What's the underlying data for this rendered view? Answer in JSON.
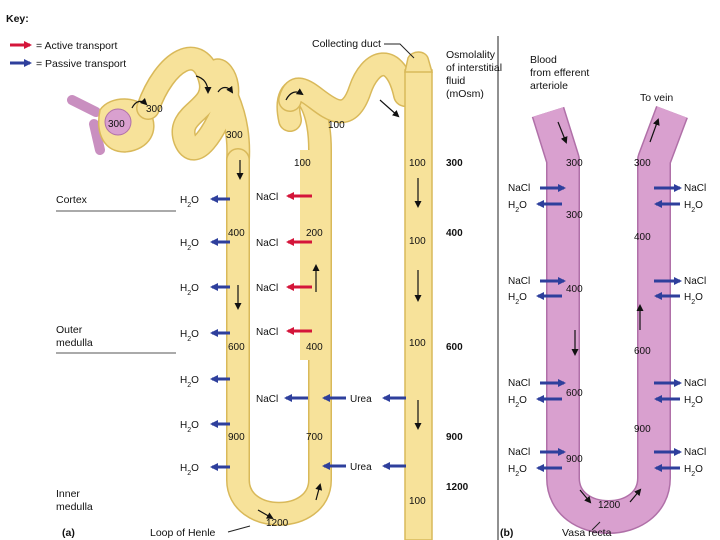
{
  "key": {
    "title": "Key:",
    "active": "= Active transport",
    "passive": "= Passive transport"
  },
  "colors": {
    "tubule": "#f7e29a",
    "tubule_stroke": "#d9b95a",
    "vasa": "#d9a0cf",
    "vasa_stroke": "#b070a8",
    "active": "#d4153a",
    "passive": "#2e3f9c"
  },
  "labels": {
    "collecting_duct": "Collecting duct",
    "osmolality": [
      "Osmolality",
      "of interstitial",
      "fluid",
      "(mOsm)"
    ],
    "blood": [
      "Blood",
      "from efferent",
      "arteriole"
    ],
    "to_vein": "To vein",
    "cortex": "Cortex",
    "outer_medulla": [
      "Outer",
      "medulla"
    ],
    "inner_medulla": [
      "Inner",
      "medulla"
    ],
    "panel_a": "(a)",
    "panel_b": "(b)",
    "loop_of_henle": "Loop of Henle",
    "vasa_recta": "Vasa recta"
  },
  "scale": [
    "300",
    "400",
    "600",
    "900",
    "1200"
  ],
  "tubule_values": {
    "bowman": "300",
    "pct1": "300",
    "pct2": "300",
    "dct_top": "100",
    "asc_top": "100",
    "desc_400": "400",
    "desc_600": "600",
    "desc_900": "900",
    "bend": "1200",
    "asc_200": "200",
    "asc_400": "400",
    "asc_700": "700",
    "cd": [
      "100",
      "100",
      "100",
      "100"
    ]
  },
  "transport": {
    "water": "H2O",
    "nacl": "NaCl",
    "urea": "Urea"
  },
  "vasa_values": {
    "down": [
      "300",
      "300",
      "400",
      "600",
      "900"
    ],
    "bend": "1200",
    "up": [
      "300",
      "400",
      "600",
      "900"
    ]
  },
  "vasa_flux": {
    "left_top": "NaCl",
    "left_bottom": "H2O",
    "right_top": "NaCl",
    "right_bottom": "H2O"
  }
}
